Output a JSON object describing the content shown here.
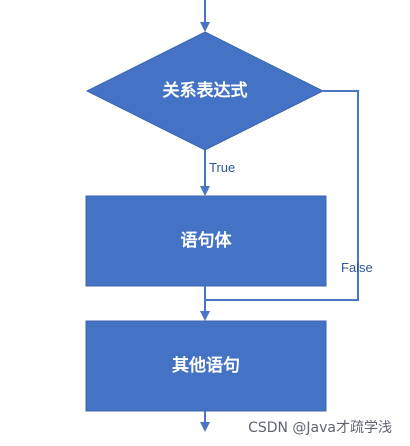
{
  "colors": {
    "node_fill": "#4472c4",
    "node_stroke": "#3b64ad",
    "connector": "#4a75c2",
    "node_text": "#ffffff",
    "edge_label": "#2f5597",
    "watermark": "#5f6470"
  },
  "nodes": {
    "decision": {
      "label": "关系表达式"
    },
    "statement": {
      "label": "语句体"
    },
    "next": {
      "label": "其他语句"
    }
  },
  "edges": {
    "true_label": "True",
    "false_label": "False"
  },
  "watermark": "CSDN @Java才疏学浅"
}
